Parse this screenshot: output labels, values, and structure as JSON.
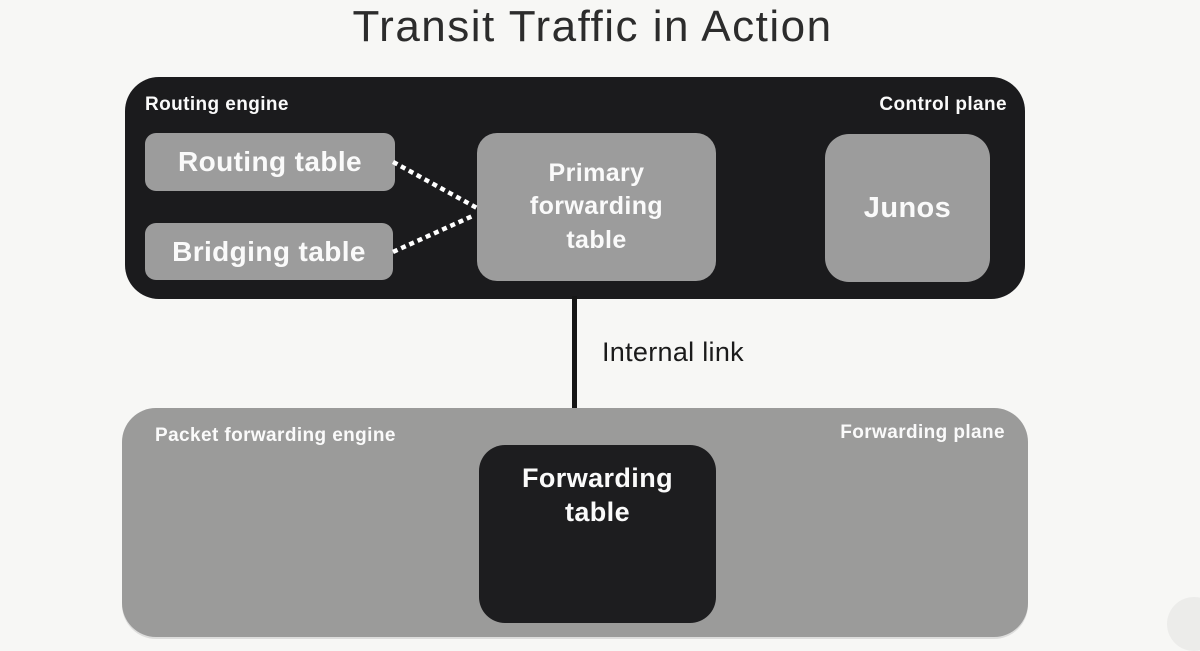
{
  "title": "Transit Traffic in Action",
  "control_plane": {
    "engine_label": "Routing engine",
    "plane_label": "Control plane",
    "routing_table_label": "Routing table",
    "bridging_table_label": "Bridging table",
    "primary_forwarding_table_label": "Primary forwarding table",
    "junos_label": "Junos"
  },
  "internal_link": {
    "label": "Internal link"
  },
  "forwarding_plane": {
    "engine_label": "Packet forwarding engine",
    "plane_label": "Forwarding plane",
    "forwarding_table_label": "Forwarding table"
  },
  "colors": {
    "background": "#f7f7f5",
    "dark_panel": "#1b1b1d",
    "gray_panel": "#9b9b9a",
    "gray_node": "#9c9c9c",
    "dark_node": "#1d1d1f",
    "white_text": "#fafafa",
    "title_text": "#2c2c2c",
    "link_line": "#161616"
  }
}
